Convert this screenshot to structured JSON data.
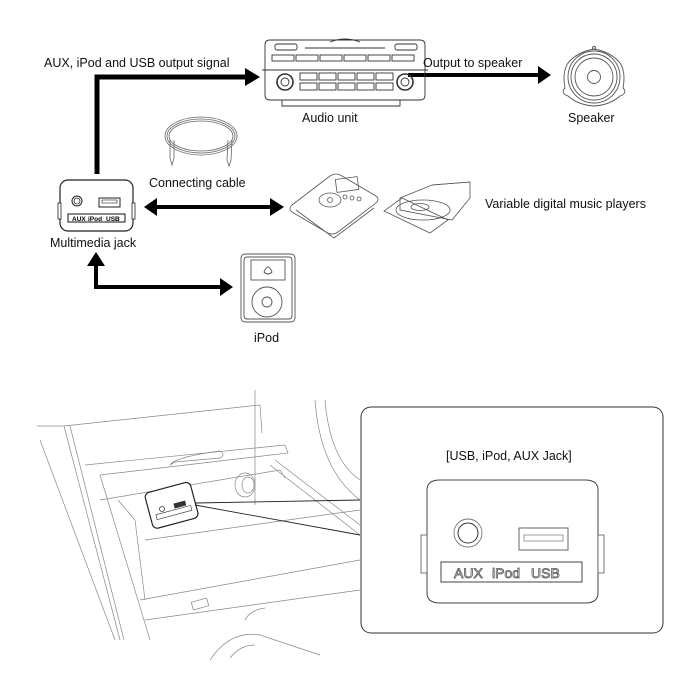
{
  "diagram": {
    "top": {
      "labels": {
        "output_signal": "AUX, iPod and USB output signal",
        "audio_unit": "Audio unit",
        "output_to_speaker": "Output to speaker",
        "speaker": "Speaker",
        "connecting_cable": "Connecting cable",
        "multimedia_jack": "Multimedia jack",
        "digital_players": "Variable digital music players",
        "ipod": "iPod"
      },
      "jack_port_labels": [
        "AUX",
        "iPod",
        "USB"
      ]
    },
    "bottom": {
      "callout_title": "[USB, iPod, AUX Jack]",
      "jack_port_labels": [
        "AUX",
        "iPod",
        "USB"
      ]
    }
  }
}
